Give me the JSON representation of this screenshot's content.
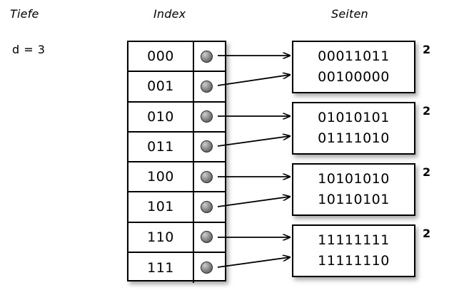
{
  "headings": {
    "depth": "Tiefe",
    "index": "Index",
    "pages": "Seiten"
  },
  "depth": {
    "label": "d = 3"
  },
  "index_table": {
    "rows": [
      {
        "key": "000",
        "pointer": "pointer-dot",
        "target_page": 0
      },
      {
        "key": "001",
        "pointer": "pointer-dot",
        "target_page": 0
      },
      {
        "key": "010",
        "pointer": "pointer-dot",
        "target_page": 1
      },
      {
        "key": "011",
        "pointer": "pointer-dot",
        "target_page": 1
      },
      {
        "key": "100",
        "pointer": "pointer-dot",
        "target_page": 2
      },
      {
        "key": "101",
        "pointer": "pointer-dot",
        "target_page": 2
      },
      {
        "key": "110",
        "pointer": "pointer-dot",
        "target_page": 3
      },
      {
        "key": "111",
        "pointer": "pointer-dot",
        "target_page": 3
      }
    ]
  },
  "pages": [
    {
      "lines": [
        "00011011",
        "00100000"
      ],
      "count": "2"
    },
    {
      "lines": [
        "01010101",
        "01111010"
      ],
      "count": "2"
    },
    {
      "lines": [
        "10101010",
        "10110101"
      ],
      "count": "2"
    },
    {
      "lines": [
        "11111111",
        "11111110"
      ],
      "count": "2"
    }
  ],
  "colors": {
    "background": "#ffffff",
    "stroke": "#000000",
    "pointer_dot": "#7a7a7a",
    "shadow": "rgba(0,0,0,0.34)"
  }
}
